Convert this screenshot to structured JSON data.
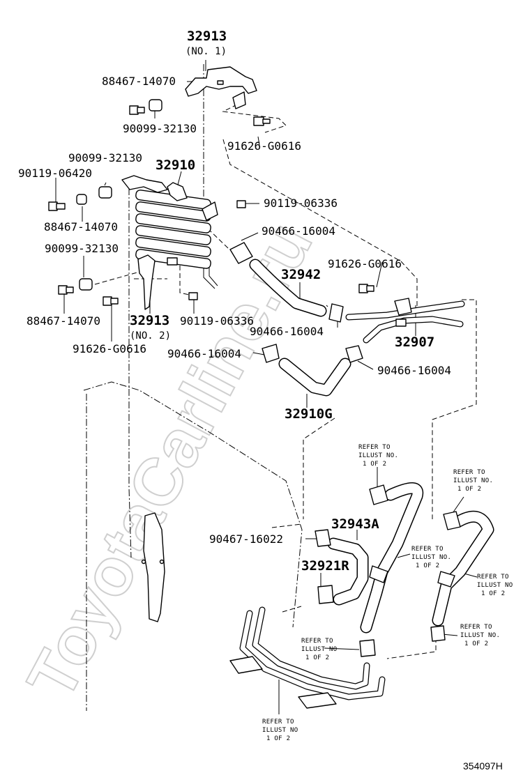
{
  "diagram": {
    "part_numbers": {
      "bracket_no1": "32913",
      "bracket_no1_sub": "(NO. 1)",
      "bracket_no2": "32913",
      "bracket_no2_sub": "(NO. 2)",
      "cooler": "32910",
      "hose_32942": "32942",
      "tube_32907": "32907",
      "hose_32910G": "32910G",
      "hose_32943A": "32943A",
      "hose_32921R": "32921R",
      "grommet_88467_a": "88467-14070",
      "collar_90099_a": "90099-32130",
      "bolt_91626_a": "91626-G0616",
      "collar_90099_b": "90099-32130",
      "bolt_90119_a": "90119-06420",
      "grommet_88467_b": "88467-14070",
      "bolt_90119_b": "90119-06336",
      "clip_90466_a": "90466-16004",
      "collar_90099_c": "90099-32130",
      "bolt_91626_b": "91626-G0616",
      "grommet_88467_c": "88467-14070",
      "bolt_90119_c": "90119-06336",
      "clip_90466_b": "90466-16004",
      "bolt_91626_c": "91626-G0616",
      "clip_90466_c": "90466-16004",
      "clip_90466_d": "90466-16004",
      "clip_90467": "90467-16022"
    },
    "refer_notes": {
      "n1": [
        "REFER TO",
        "ILLUST NO.",
        "1 OF 2"
      ],
      "n2": [
        "REFER TO",
        "ILLUST NO.",
        "1 OF 2"
      ],
      "n3": [
        "REFER TO",
        "ILLUST NO.",
        "1 OF 2"
      ],
      "n4": [
        "REFER TO",
        "ILLUST NO",
        "1 OF 2"
      ],
      "n5": [
        "REFER TO",
        "ILLUST NO.",
        "1 OF 2"
      ],
      "n6": [
        "REFER TO",
        "ILLUST NO",
        "1 OF 2"
      ],
      "n7": [
        "REFER TO",
        "ILLUST NO",
        "1 OF 2"
      ]
    },
    "catalog_code": "354097H",
    "watermark": "ToyotaCarline.ru"
  }
}
